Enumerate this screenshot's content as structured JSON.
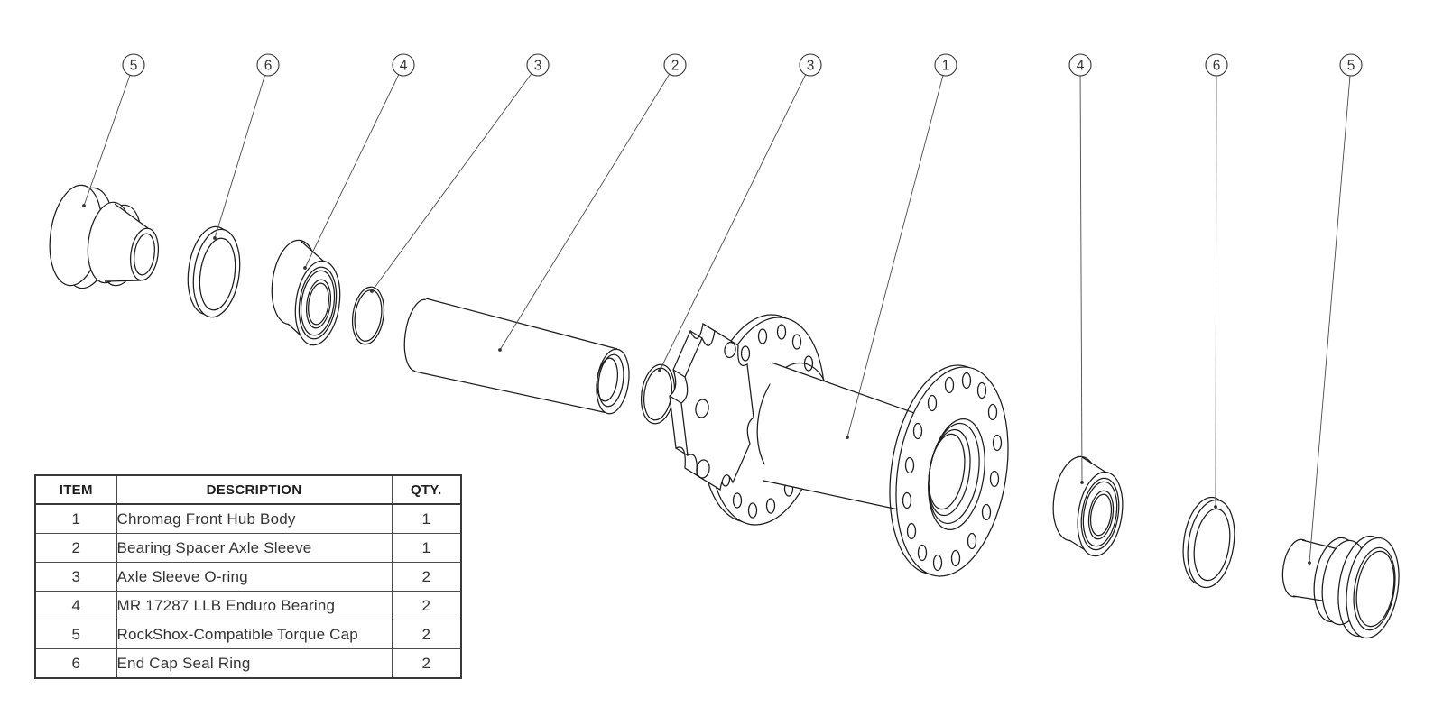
{
  "colors": {
    "background": "#ffffff",
    "part_line": "#1c1c1c",
    "leader_line": "#4a4a4a",
    "table_border": "#383838",
    "text": "#333333"
  },
  "callouts": [
    {
      "label": "5"
    },
    {
      "label": "6"
    },
    {
      "label": "4"
    },
    {
      "label": "3"
    },
    {
      "label": "2"
    },
    {
      "label": "3"
    },
    {
      "label": "1"
    },
    {
      "label": "4"
    },
    {
      "label": "6"
    },
    {
      "label": "5"
    }
  ],
  "parts_table": {
    "headers": {
      "item": "ITEM",
      "description": "DESCRIPTION",
      "qty": "QTY."
    },
    "rows": [
      {
        "item": "1",
        "description": "Chromag Front Hub Body",
        "qty": "1"
      },
      {
        "item": "2",
        "description": "Bearing Spacer Axle Sleeve",
        "qty": "1"
      },
      {
        "item": "3",
        "description": "Axle Sleeve O-ring",
        "qty": "2"
      },
      {
        "item": "4",
        "description": "MR 17287 LLB Enduro Bearing",
        "qty": "2"
      },
      {
        "item": "5",
        "description": "RockShox-Compatible Torque Cap",
        "qty": "2"
      },
      {
        "item": "6",
        "description": "End Cap Seal Ring",
        "qty": "2"
      }
    ]
  }
}
